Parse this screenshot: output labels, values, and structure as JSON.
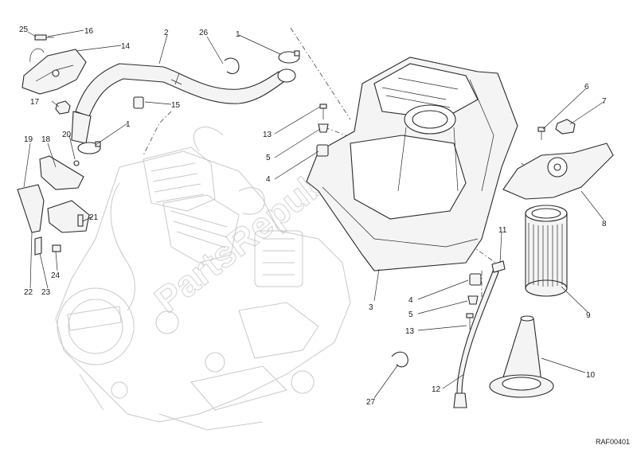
{
  "diagram": {
    "reference_code": "RAF00401",
    "watermark": "PartsRepublik",
    "callouts": [
      "1",
      "1",
      "2",
      "3",
      "4",
      "4",
      "5",
      "5",
      "6",
      "7",
      "8",
      "9",
      "10",
      "11",
      "12",
      "13",
      "13",
      "14",
      "15",
      "16",
      "17",
      "18",
      "19",
      "20",
      "21",
      "22",
      "23",
      "24",
      "25",
      "26",
      "27"
    ]
  }
}
